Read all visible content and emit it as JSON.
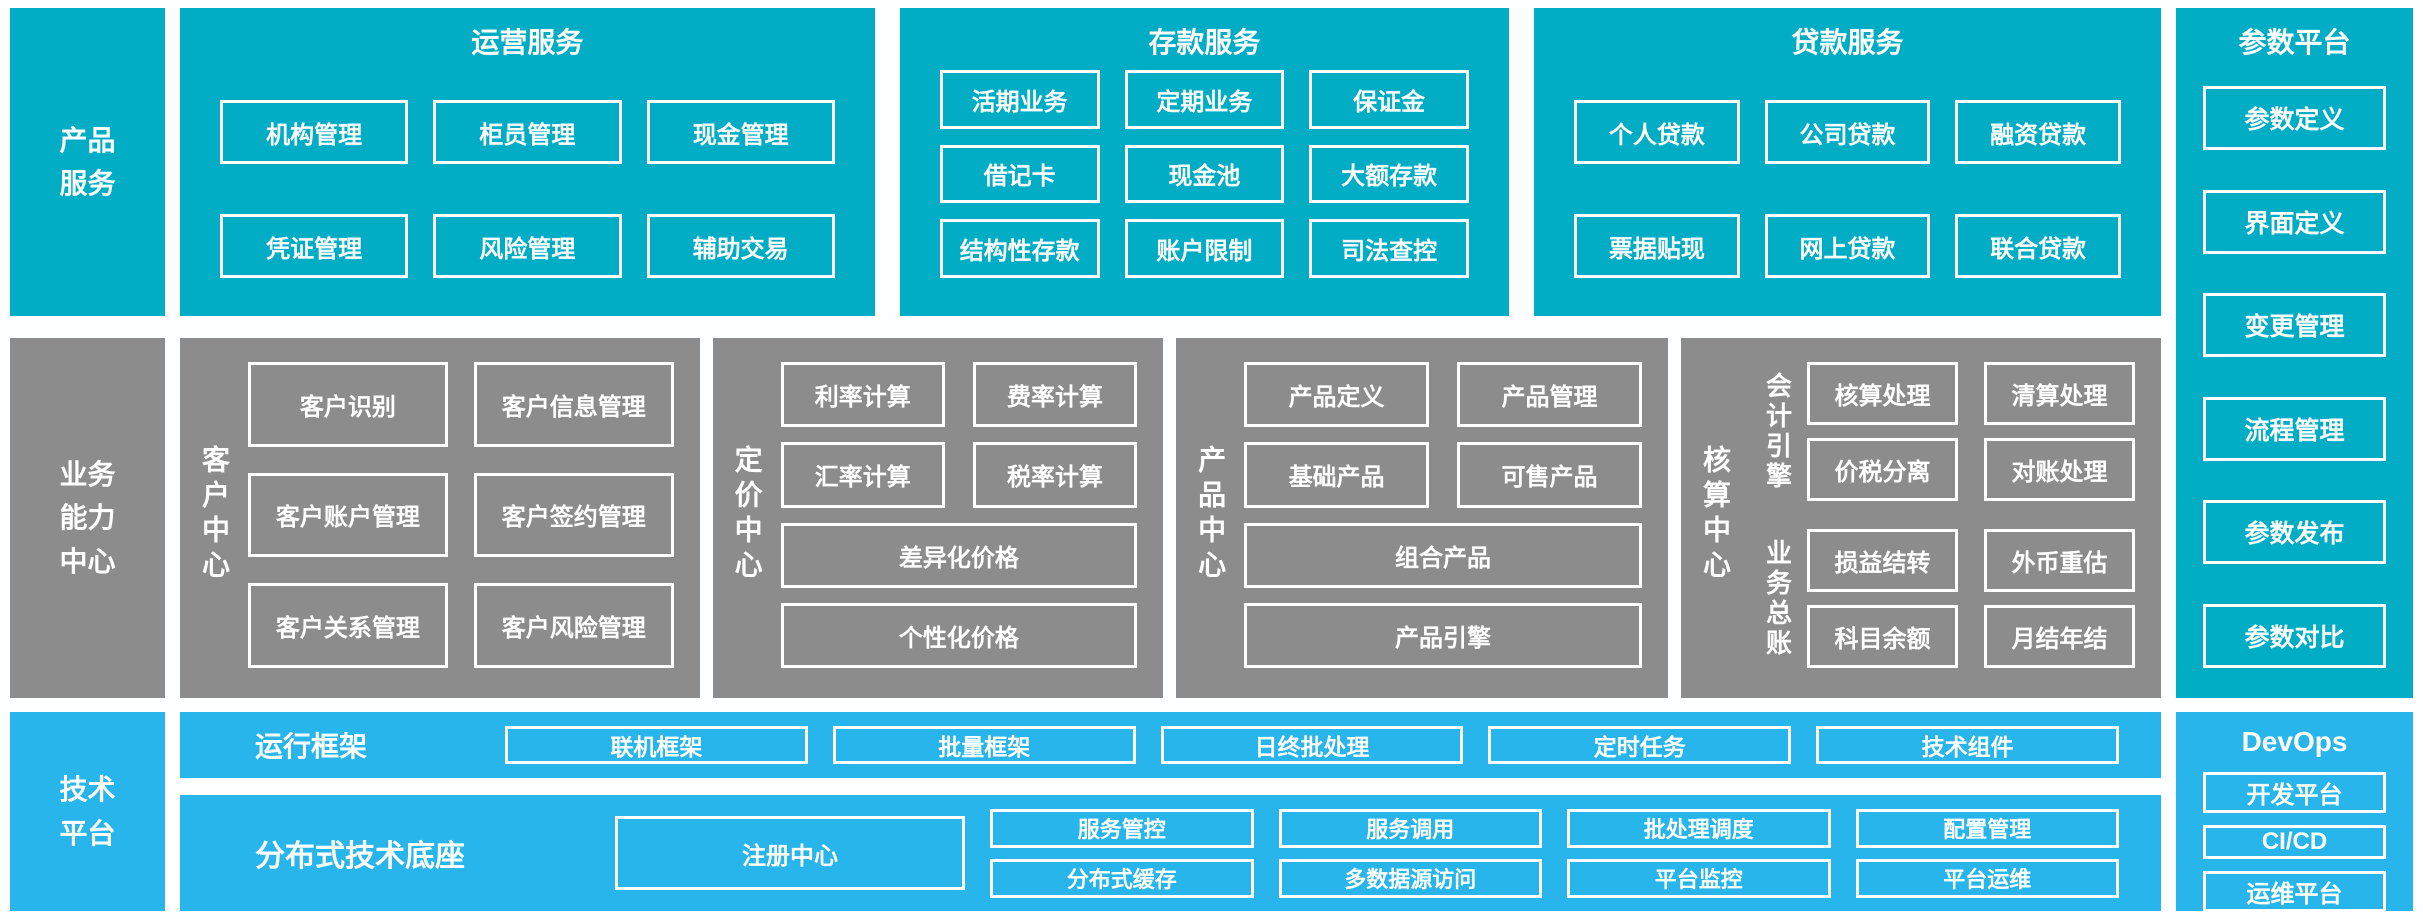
{
  "palette": {
    "teal": "#00ADC5",
    "gray": "#8C8C8C",
    "blue": "#27B5EC",
    "box_border": "#FFFFFF",
    "text": "#FFFFFF"
  },
  "product_row": {
    "label_lines": [
      "产品",
      "服务"
    ],
    "sections": [
      {
        "title": "运营服务",
        "rows": [
          [
            "机构管理",
            "柜员管理",
            "现金管理"
          ],
          [
            "凭证管理",
            "风险管理",
            "辅助交易"
          ]
        ]
      },
      {
        "title": "存款服务",
        "rows": [
          [
            "活期业务",
            "定期业务",
            "保证金"
          ],
          [
            "借记卡",
            "现金池",
            "大额存款"
          ],
          [
            "结构性存款",
            "账户限制",
            "司法查控"
          ]
        ]
      },
      {
        "title": "贷款服务",
        "rows": [
          [
            "个人贷款",
            "公司贷款",
            "融资贷款"
          ],
          [
            "票据贴现",
            "网上贷款",
            "联合贷款"
          ]
        ]
      }
    ]
  },
  "parameter_platform": {
    "title": "参数平台",
    "boxes": [
      "参数定义",
      "界面定义",
      "变更管理",
      "流程管理",
      "参数发布",
      "参数对比"
    ]
  },
  "capability_row": {
    "label_lines": [
      "业务",
      "能力",
      "中心"
    ],
    "customer": {
      "label": "客户中心",
      "boxes": [
        [
          "客户识别",
          "客户信息管理"
        ],
        [
          "客户账户管理",
          "客户签约管理"
        ],
        [
          "客户关系管理",
          "客户风险管理"
        ]
      ]
    },
    "pricing": {
      "label": "定价中心",
      "small": [
        [
          "利率计算",
          "费率计算"
        ],
        [
          "汇率计算",
          "税率计算"
        ]
      ],
      "wide": [
        "差异化价格",
        "个性化价格"
      ]
    },
    "product_center": {
      "label": "产品中心",
      "small": [
        [
          "产品定义",
          "产品管理"
        ],
        [
          "基础产品",
          "可售产品"
        ]
      ],
      "wide": [
        "组合产品",
        "产品引擎"
      ]
    },
    "accounting": {
      "label": "核算中心",
      "groups": [
        {
          "label": "会计引擎",
          "boxes": [
            [
              "核算处理",
              "清算处理"
            ],
            [
              "价税分离",
              "对账处理"
            ]
          ]
        },
        {
          "label": "业务总账",
          "boxes": [
            [
              "损益结转",
              "外币重估"
            ],
            [
              "科目余额",
              "月结年结"
            ]
          ]
        }
      ]
    }
  },
  "technology_row": {
    "label_lines": [
      "技术",
      "平台"
    ],
    "runtime": {
      "label": "运行框架",
      "boxes": [
        "联机框架",
        "批量框架",
        "日终批处理",
        "定时任务",
        "技术组件"
      ]
    },
    "foundation": {
      "label": "分布式技术底座",
      "registry": "注册中心",
      "columns": [
        [
          "服务管控",
          "分布式缓存"
        ],
        [
          "服务调用",
          "多数据源访问"
        ],
        [
          "批处理调度",
          "平台监控"
        ],
        [
          "配置管理",
          "平台运维"
        ]
      ]
    }
  },
  "devops": {
    "title": "DevOps",
    "boxes": [
      "开发平台",
      "CI/CD",
      "运维平台"
    ]
  }
}
